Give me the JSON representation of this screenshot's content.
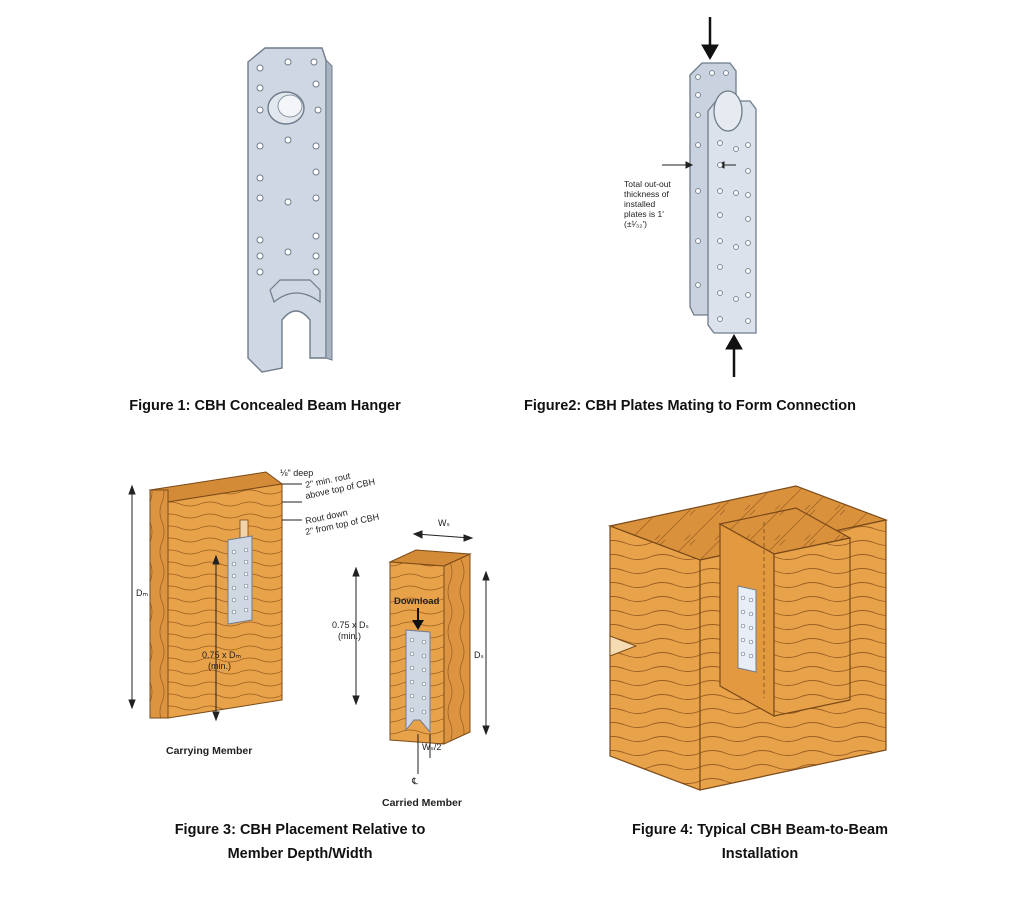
{
  "figures": {
    "fig1": {
      "caption": "Figure 1: CBH Concealed Beam Hanger"
    },
    "fig2": {
      "caption": "Figure2: CBH Plates Mating to Form Connection",
      "note_lines": [
        "Total out-out",
        "thickness of",
        "installed",
        "plates is 1'",
        "(±¹⁄₃₂')"
      ]
    },
    "fig3": {
      "caption_line1": "Figure 3: CBH Placement Relative to",
      "caption_line2": "Member Depth/Width",
      "carrying_label": "Carrying Member",
      "carried_label": "Carried Member",
      "depth_note": "⅛\" deep",
      "rout_above_line1": "2\" min. rout",
      "rout_above_line2": "above top of CBH",
      "rout_down_line1": "Rout down",
      "rout_down_line2": "2\" from top of CBH",
      "dm": "Dₘ",
      "dm_min_line1": "0.75 x Dₘ",
      "dm_min_line2": "(min.)",
      "ws": "Wₛ",
      "ds": "Dₛ",
      "ds_min_line1": "0.75 x Dₛ",
      "ds_min_line2": "(min.)",
      "download": "Download",
      "ws_half": "Wₛ/2",
      "centerline": "℄"
    },
    "fig4": {
      "caption_line1": "Figure 4: Typical CBH Beam-to-Beam",
      "caption_line2": "Installation"
    }
  },
  "colors": {
    "wood": "#e8a24a",
    "wood_dark": "#c8802c",
    "wood_grain": "#9c5f22",
    "plate": "#cdd6e2",
    "plate_edge": "#6f7c8c"
  }
}
